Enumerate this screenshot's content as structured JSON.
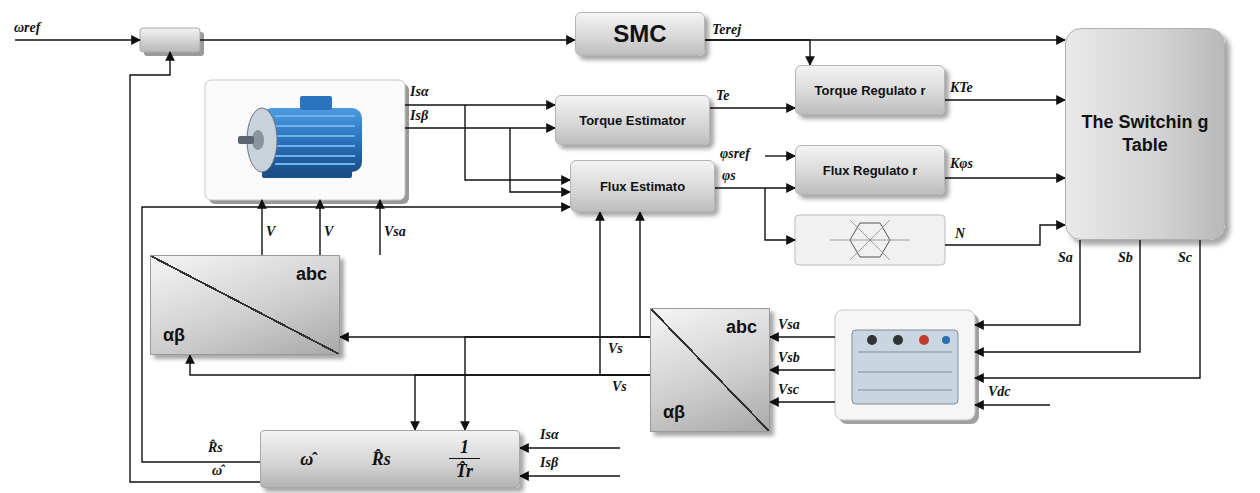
{
  "diagram": {
    "nodes": [
      {
        "text": [
          "SMC"
        ]
      },
      {
        "text": [
          "Torque Estimator"
        ]
      },
      {
        "text": [
          "Flux Estimato"
        ]
      },
      {
        "text": [
          "Torque Regulato r"
        ]
      },
      {
        "text": [
          "Flux Regulato r"
        ]
      },
      {
        "text": [
          "The Switchin g Table"
        ]
      },
      {
        "text": [
          "abc",
          "αβ"
        ]
      },
      {
        "text": [
          "abc",
          "αβ"
        ]
      },
      {
        "text": [
          "ω̂",
          "R̂s",
          "1 T̂r"
        ]
      }
    ],
    "edges": [
      {
        "from": 0,
        "to": 3,
        "arrow": "to"
      },
      {
        "from": 0,
        "to": 5,
        "arrow": "to"
      },
      {
        "from": 1,
        "to": 3,
        "arrow": "to"
      },
      {
        "from": 2,
        "to": 4,
        "arrow": "to"
      },
      {
        "from": 3,
        "to": 5,
        "arrow": "to"
      },
      {
        "from": 4,
        "to": 5,
        "arrow": "to"
      },
      {
        "from": 7,
        "to": 6,
        "arrow": "to"
      },
      {
        "from": 7,
        "to": 6,
        "arrow": "to"
      },
      {
        "from": 7,
        "to": 2,
        "arrow": "to"
      },
      {
        "from": 7,
        "to": 2,
        "arrow": "to"
      },
      {
        "from": 7,
        "to": 8,
        "arrow": "to"
      },
      {
        "from": 7,
        "to": 8,
        "arrow": "to"
      },
      {
        "from": 8,
        "to": 2,
        "arrow": "to"
      }
    ],
    "labels": [
      "ωref",
      "Terej",
      "Te",
      "KTe",
      "φsref",
      "φs",
      "Kφs",
      "N",
      "Isα",
      "Isβ",
      "V",
      "V",
      "Vsa",
      "Vs",
      "Vs",
      "Vsa",
      "Vsb",
      "Vsc",
      "Vdc",
      "Sa",
      "Sb",
      "Sc",
      "R̂s",
      "ω̂",
      "Isα",
      "Isβ"
    ]
  }
}
